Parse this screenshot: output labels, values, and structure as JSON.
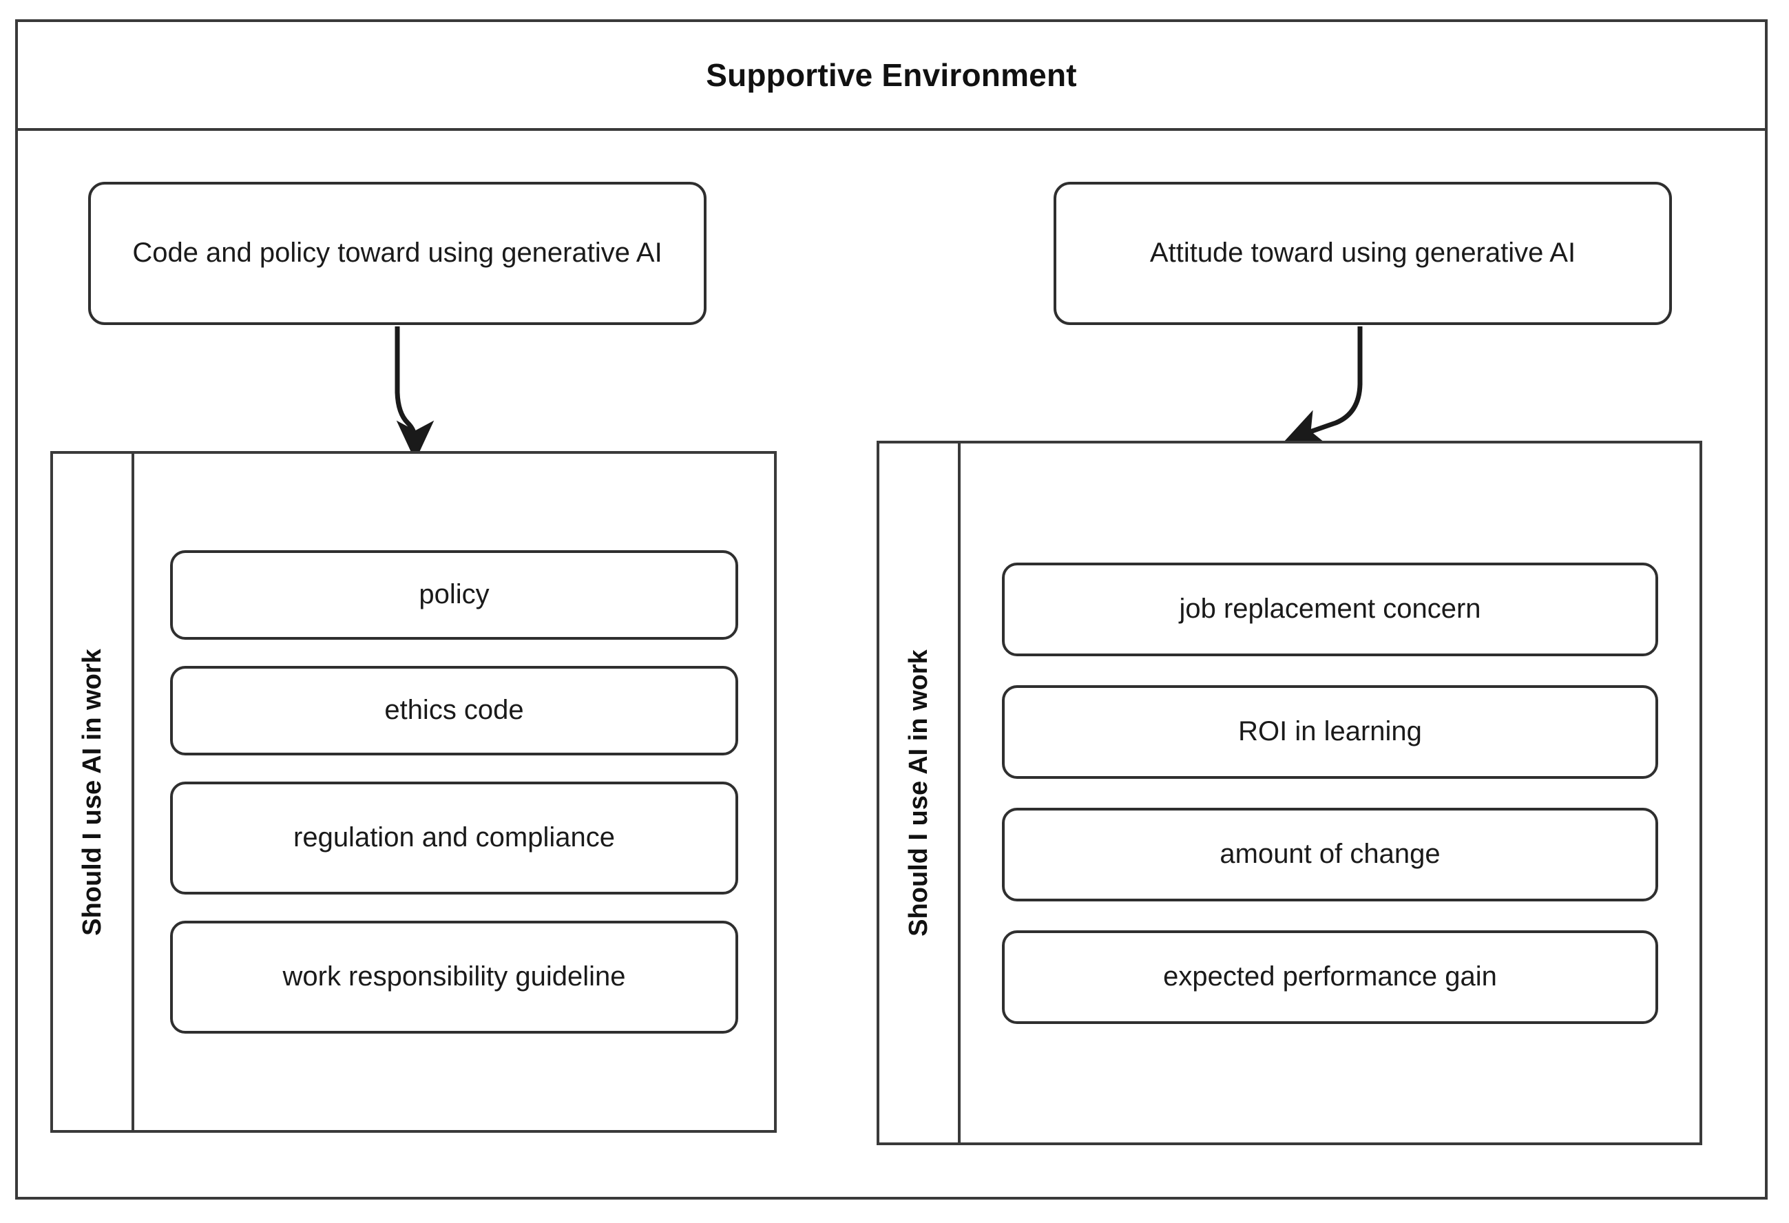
{
  "header": {
    "title": "Supportive Environment"
  },
  "concepts": [
    {
      "label": "Code and policy toward using generative AI"
    },
    {
      "label": "Attitude toward using generative AI"
    }
  ],
  "panels": [
    {
      "side_label": "Should I use AI in work",
      "items": [
        {
          "label": "policy"
        },
        {
          "label": "ethics code"
        },
        {
          "label": "regulation and compliance"
        },
        {
          "label": "work responsibility guideline"
        }
      ]
    },
    {
      "side_label": "Should I use AI in work",
      "items": [
        {
          "label": "job replacement concern"
        },
        {
          "label": "ROI in learning"
        },
        {
          "label": "amount of change"
        },
        {
          "label": "expected performance gain"
        }
      ]
    }
  ],
  "arrows": [
    {
      "name": "arrow-code-policy-to-left-panel",
      "from": "concept-left",
      "to": "panel-left"
    },
    {
      "name": "arrow-attitude-to-right-panel",
      "from": "concept-right",
      "to": "panel-right"
    }
  ],
  "colors": {
    "stroke": "#3a3a3a",
    "box_stroke": "#2f2f2f",
    "text": "#1a1a1a",
    "background": "#ffffff"
  }
}
